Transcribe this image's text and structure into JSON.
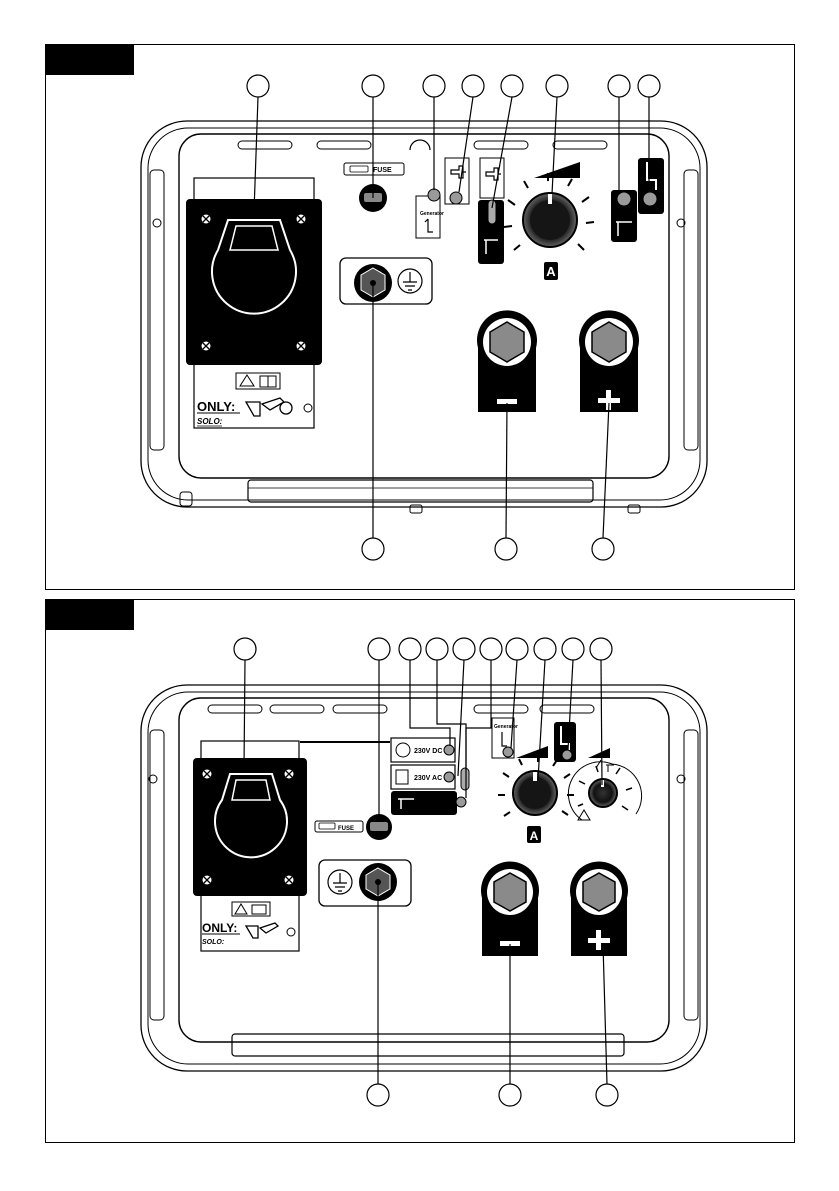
{
  "figure_1": {
    "fuse_label": "FUSE",
    "generator_label": "Generator",
    "current_unit": "A",
    "warning_only": "ONLY:",
    "warning_solo": "SOLO:",
    "minus_sign": "−",
    "plus_sign": "+"
  },
  "figure_2": {
    "fuse_label": "FUSE",
    "generator_label": "Generator",
    "dc_label": "230V DC",
    "ac_label": "230V AC",
    "current_unit": "A",
    "warning_only": "ONLY:",
    "warning_solo": "SOLO:",
    "minus_sign": "−",
    "plus_sign": "+"
  },
  "colors": {
    "line": "#000000",
    "socket_grey": "#8a8a8a",
    "led_grey": "#9a9a9a",
    "panel_fill": "#ffffff"
  }
}
